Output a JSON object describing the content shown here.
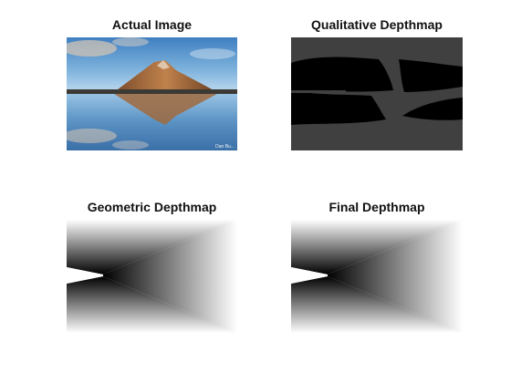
{
  "figure": {
    "panels": [
      {
        "title": "Actual Image"
      },
      {
        "title": "Qualitative Depthmap"
      },
      {
        "title": "Geometric Depthmap"
      },
      {
        "title": "Final Depthmap"
      }
    ],
    "watermark_text": "Dan Bu..."
  }
}
